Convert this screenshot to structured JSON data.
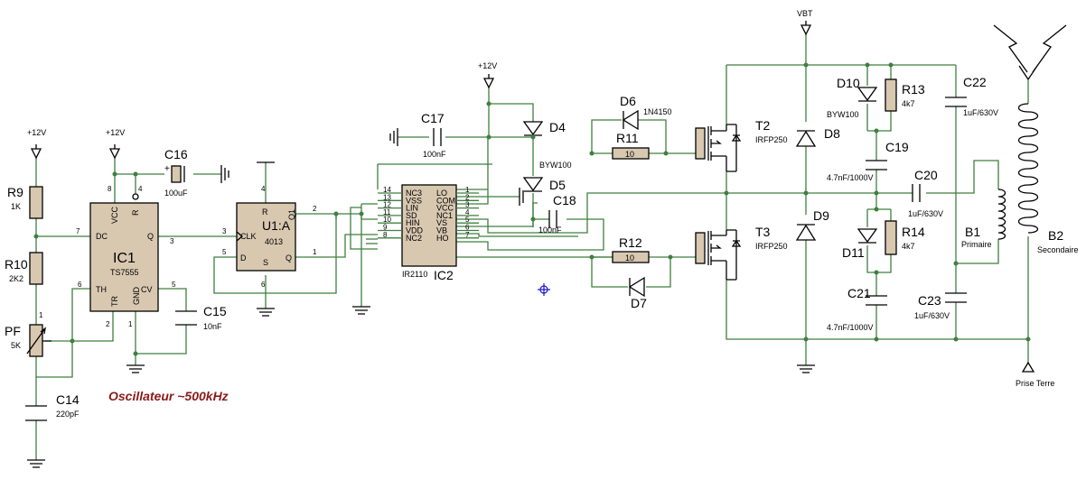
{
  "power": {
    "v12_a": "+12V",
    "v12_b": "+12V",
    "v12_c": "+12V",
    "vbt": "VBT"
  },
  "ic1": {
    "name": "IC1",
    "part": "TS7555",
    "pins": {
      "vcc": "VCC",
      "r": "R",
      "dc": "DC",
      "q": "Q",
      "th": "TH",
      "tr": "TR",
      "gnd": "GND",
      "cv": "CV"
    },
    "pinnums": {
      "p8": "8",
      "p4": "4",
      "p7": "7",
      "p3": "3",
      "p6": "6",
      "p2": "2",
      "p1": "1",
      "p5": "5"
    }
  },
  "u1": {
    "name": "U1:A",
    "part": "4013",
    "pins": {
      "r": "R",
      "clk": "CLK",
      "q1": "Q1",
      "d": "D",
      "s": "S",
      "q": "Q"
    },
    "pinnums": {
      "p4": "4",
      "p3": "3",
      "p2": "2",
      "p5": "5",
      "p6": "6",
      "p1": "1"
    }
  },
  "ic2": {
    "name": "IC2",
    "part": "IR2110",
    "left_pins": [
      "NC3",
      "VSS",
      "LIN",
      "SD",
      "HIN",
      "VDD",
      "NC2"
    ],
    "left_nums": [
      "14",
      "13",
      "12",
      "11",
      "10",
      "9",
      "8"
    ],
    "right_pins": [
      "LO",
      "COM",
      "VCC",
      "NC1",
      "VS",
      "VB",
      "HO"
    ],
    "right_nums": [
      "1",
      "2",
      "3",
      "4",
      "5",
      "6",
      "7"
    ]
  },
  "resistors": {
    "r9": {
      "name": "R9",
      "value": "1K"
    },
    "r10": {
      "name": "R10",
      "value": "2K2"
    },
    "pf": {
      "name": "PF",
      "value": "5K"
    },
    "r11": {
      "name": "R11",
      "value": "10"
    },
    "r12": {
      "name": "R12",
      "value": "10"
    },
    "r13": {
      "name": "R13",
      "value": "4k7"
    },
    "r14": {
      "name": "R14",
      "value": "4k7"
    }
  },
  "capacitors": {
    "c14": {
      "name": "C14",
      "value": "220pF"
    },
    "c15": {
      "name": "C15",
      "value": "10nF"
    },
    "c16": {
      "name": "C16",
      "value": "100uF"
    },
    "c17": {
      "name": "C17",
      "value": "100nF"
    },
    "c18": {
      "name": "C18",
      "value": "100nF"
    },
    "c19": {
      "name": "C19",
      "value": "4.7nF/1000V"
    },
    "c20": {
      "name": "C20",
      "value": "1uF/630V"
    },
    "c21": {
      "name": "C21",
      "value": "4.7nF/1000V"
    },
    "c22": {
      "name": "C22",
      "value": "1uF/630V"
    },
    "c23": {
      "name": "C23",
      "value": "1uF/630V"
    }
  },
  "diodes": {
    "d4": {
      "name": "D4"
    },
    "d5": {
      "name": "D5",
      "value": "BYW100"
    },
    "d6": {
      "name": "D6",
      "value": "1N4150"
    },
    "d7": {
      "name": "D7"
    },
    "d8": {
      "name": "D8"
    },
    "d9": {
      "name": "D9"
    },
    "d10": {
      "name": "D10",
      "value": "BYW100"
    },
    "d11": {
      "name": "D11"
    }
  },
  "transistors": {
    "t2": {
      "name": "T2",
      "part": "IRFP250"
    },
    "t3": {
      "name": "T3",
      "part": "IRFP250"
    }
  },
  "transformer": {
    "b1": {
      "name": "B1",
      "label": "Primaire"
    },
    "b2": {
      "name": "B2",
      "label": "Secondaire"
    }
  },
  "ground_label": "Prise Terre",
  "pf_pin": "1",
  "caption": "Oscillateur ~500kHz",
  "colors": {
    "wire": "#3f7f3f",
    "body": "#d8c8b0",
    "caption": "#8b1a1a",
    "marker": "#1a1acc"
  }
}
